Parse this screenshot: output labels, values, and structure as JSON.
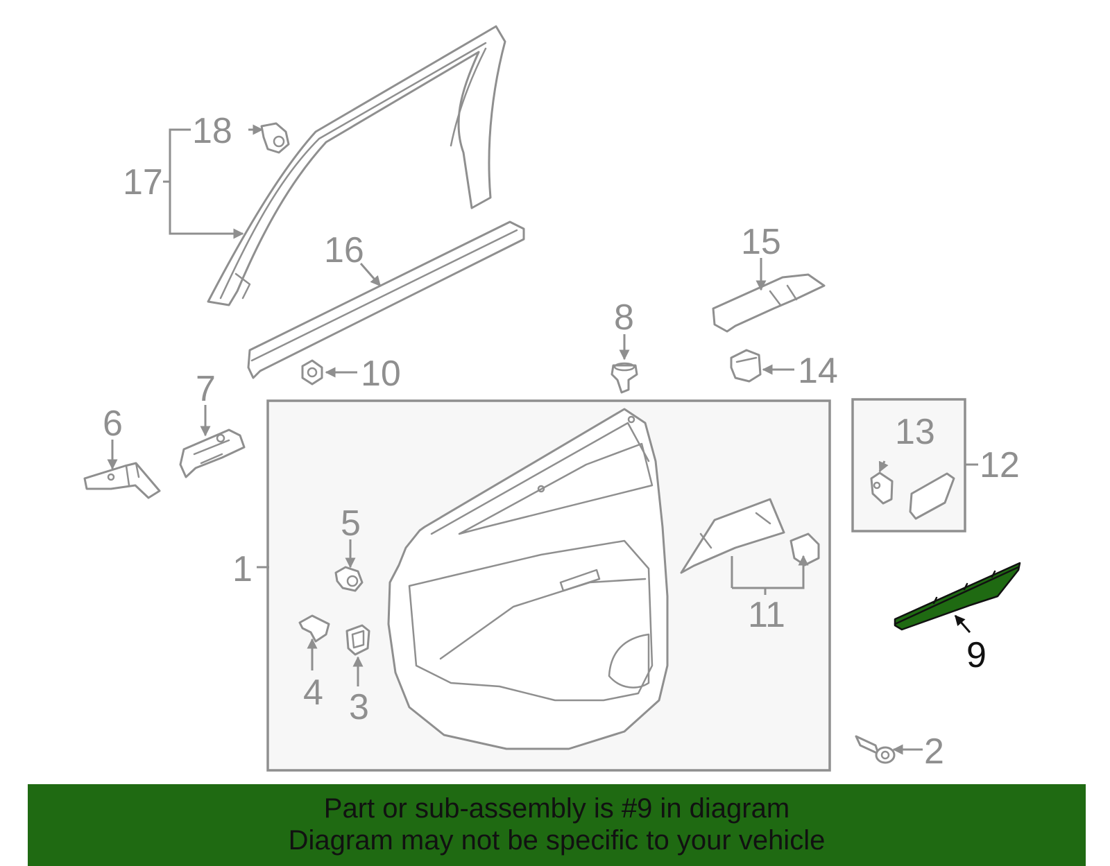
{
  "highlight_color": "#1f6a12",
  "part_color": "#8f8f8f",
  "callouts": {
    "c1": "1",
    "c2": "2",
    "c3": "3",
    "c4": "4",
    "c5": "5",
    "c6": "6",
    "c7": "7",
    "c8": "8",
    "c9": "9",
    "c10": "10",
    "c11": "11",
    "c12": "12",
    "c13": "13",
    "c14": "14",
    "c15": "15",
    "c16": "16",
    "c17": "17",
    "c18": "18"
  },
  "highlighted_part": "9",
  "banner": {
    "line1": "Part or sub-assembly is #9 in diagram",
    "line2": "Diagram may not be specific to your vehicle"
  }
}
